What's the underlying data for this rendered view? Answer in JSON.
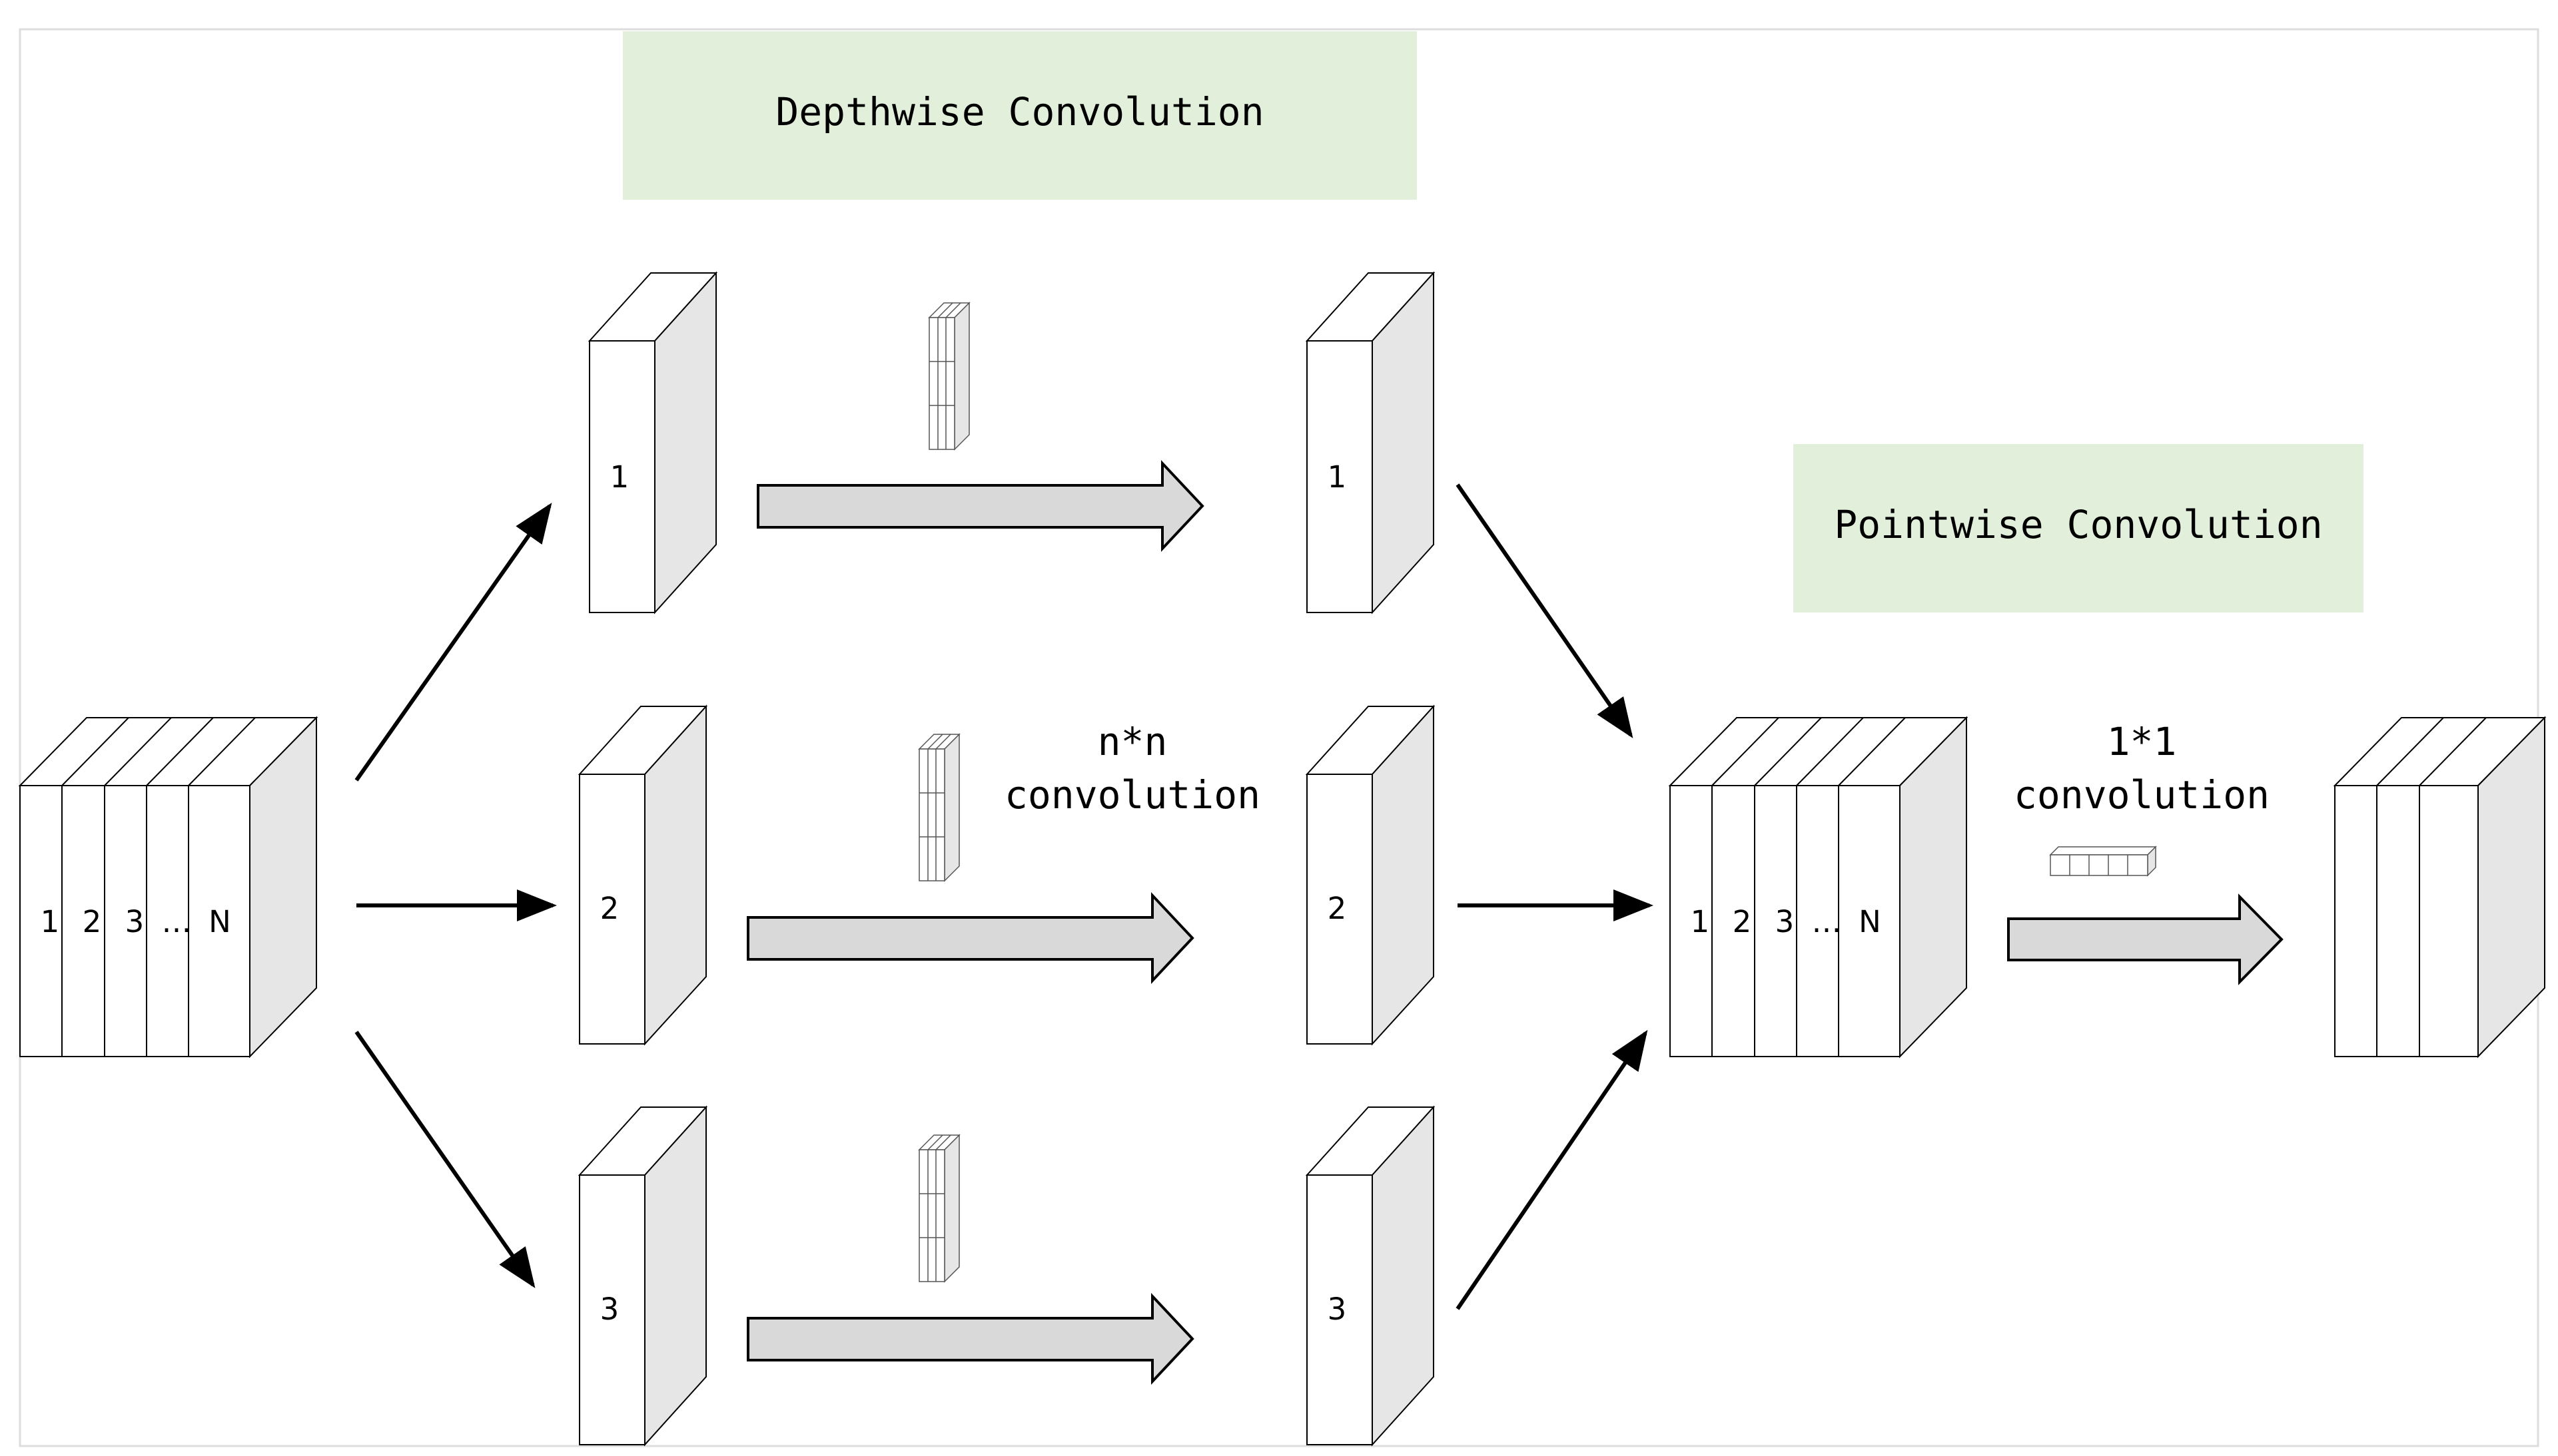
{
  "depthwise_title": "Depthwise Convolution",
  "pointwise_title": "Pointwise Convolution",
  "input_channels": [
    "1",
    "2",
    "3",
    "…",
    "N"
  ],
  "depthwise_inputs": [
    "1",
    "2",
    "3"
  ],
  "depthwise_outputs": [
    "1",
    "2",
    "3"
  ],
  "middle_channels": [
    "1",
    "2",
    "3",
    "…",
    "N"
  ],
  "nxn_label": [
    "n*n",
    "convolution"
  ],
  "one_by_one_label": [
    "1*1",
    "convolution"
  ],
  "colors": {
    "title_fill": "#e2efda",
    "block_side": "#e6e6e6",
    "block_face": "#ffffff",
    "arrow_fill": "#d9d9d9",
    "stroke": "#000000",
    "frame": "#dddddd"
  }
}
